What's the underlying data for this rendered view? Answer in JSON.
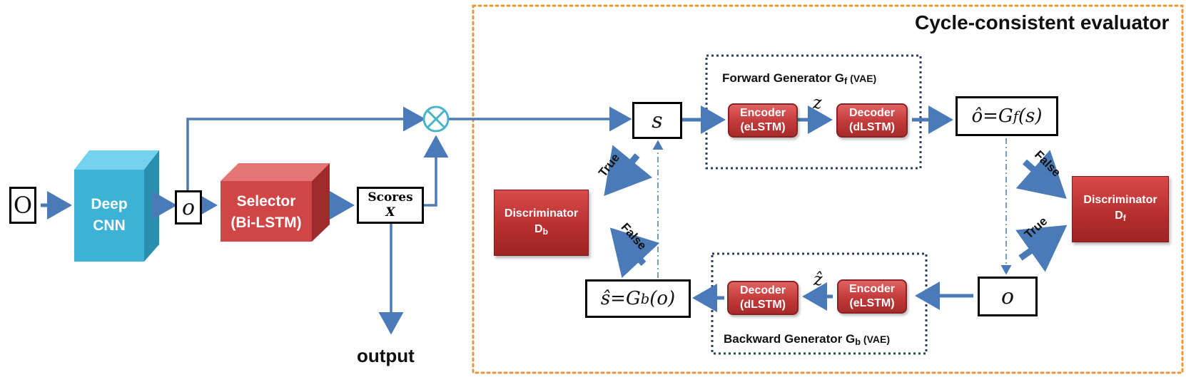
{
  "evaluator": {
    "title": "Cycle-consistent evaluator"
  },
  "input": {
    "label": "O"
  },
  "cnn": {
    "line1": "Deep",
    "line2": "CNN"
  },
  "features": {
    "label": "o"
  },
  "selector": {
    "line1": "Selector",
    "line2": "(Bi-LSTM)"
  },
  "scores": {
    "line1": "Scores",
    "line2": "X"
  },
  "output": {
    "label": "output"
  },
  "s_box": {
    "label": "s"
  },
  "forward_gen": {
    "prefix": "Forward Generator  G",
    "sub": "f",
    "suffix": " (VAE)"
  },
  "backward_gen": {
    "prefix": "Backward  Generator G",
    "sub": "b",
    "suffix": " (VAE)"
  },
  "encoder_f": {
    "line1": "Encoder",
    "line2": "(eLSTM)"
  },
  "decoder_f": {
    "line1": "Decoder",
    "line2": "(dLSTM)"
  },
  "encoder_b": {
    "line1": "Encoder",
    "line2": "(eLSTM)"
  },
  "decoder_b": {
    "line1": "Decoder",
    "line2": "(dLSTM)"
  },
  "z_label": "z",
  "zhat_label": "ẑ",
  "o_hat_box": {
    "lhs": "ô",
    "eq": " = ",
    "fn": "G",
    "sub": "f",
    "arg": "(s)"
  },
  "o_box": {
    "label": "o"
  },
  "s_hat_box": {
    "lhs": "ŝ",
    "eq": " = ",
    "fn": "G",
    "sub": "b",
    "arg": "(o)"
  },
  "disc_b": {
    "line1": "Discriminator",
    "letter": "D",
    "sub": "b"
  },
  "disc_f": {
    "line1": "Discriminator",
    "letter": "D",
    "sub": "f"
  },
  "edge_labels": {
    "true_b": "True",
    "false_b": "False",
    "false_f": "False",
    "true_f": "True"
  },
  "colors": {
    "arrow_blue": "#4a7ab8",
    "cnn_cyan": "#3fb6d8",
    "selector_red": "#d24646",
    "evaluator_border": "#e8963a",
    "generator_border": "#2b3e5c"
  }
}
